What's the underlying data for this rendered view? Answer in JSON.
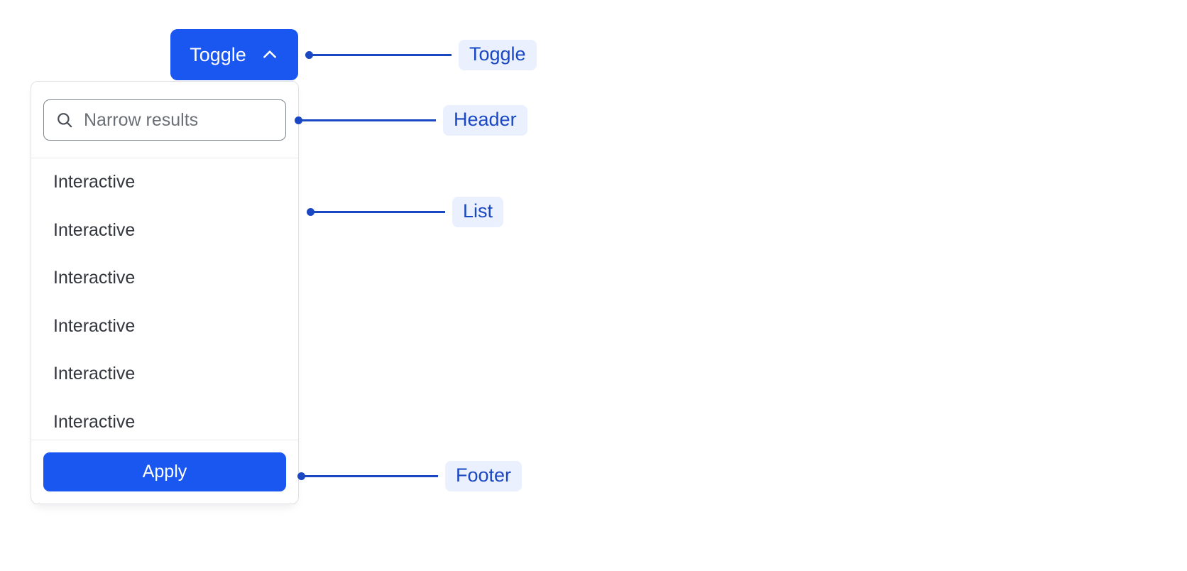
{
  "toggle": {
    "label": "Toggle",
    "icon": "chevron-up-icon",
    "background": "#1a56f0",
    "text_color": "#ffffff",
    "expanded": true
  },
  "dropdown": {
    "header": {
      "search": {
        "icon": "search-icon",
        "value": "",
        "placeholder": "Narrow results"
      }
    },
    "list": {
      "items": [
        {
          "label": "Interactive"
        },
        {
          "label": "Interactive"
        },
        {
          "label": "Interactive"
        },
        {
          "label": "Interactive"
        },
        {
          "label": "Interactive"
        },
        {
          "label": "Interactive"
        }
      ]
    },
    "footer": {
      "apply_label": "Apply",
      "apply_background": "#1a56f0"
    }
  },
  "annotations": {
    "accent_color": "#1a47c2",
    "pill_background": "#eaf0fd",
    "items": [
      {
        "label": "Toggle"
      },
      {
        "label": "Header"
      },
      {
        "label": "List"
      },
      {
        "label": "Footer"
      }
    ]
  }
}
